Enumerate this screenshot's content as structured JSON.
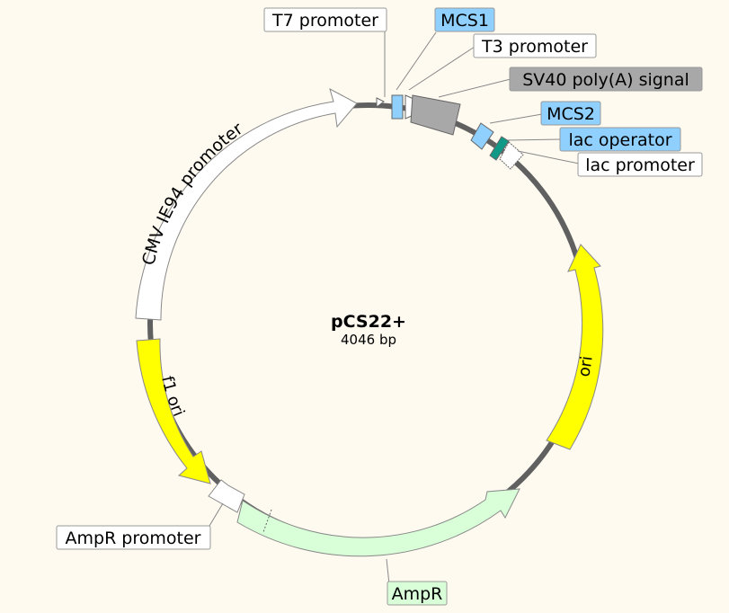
{
  "plasmid": {
    "name": "pCS22+",
    "size": "4046 bp"
  },
  "colors": {
    "background": "#fefaf0",
    "backbone": "#606060",
    "white_feature": "#ffffff",
    "yellow_feature": "#ffff00",
    "amp_feature": "#d8ffd8",
    "mcs": "#8fd0ff",
    "polyA": "#a8a8a8",
    "operator": "#119988"
  },
  "features": {
    "cmv": "CMV IE94 promoter",
    "f1ori": "f1 ori",
    "ori": "ori",
    "ampr": "AmpR",
    "ampr_promoter": "AmpR promoter",
    "t7": "T7 promoter",
    "mcs1": "MCS1",
    "t3": "T3 promoter",
    "sv40": "SV40 poly(A) signal",
    "mcs2": "MCS2",
    "lac_operator": "lac operator",
    "lac_promoter": "lac promoter"
  }
}
